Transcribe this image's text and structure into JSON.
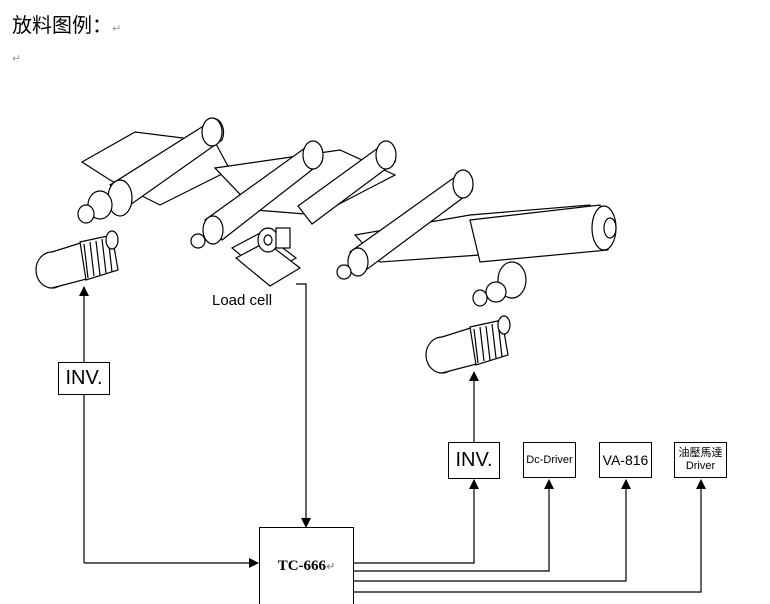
{
  "heading": {
    "text": "放料图例：",
    "mark": "↵"
  },
  "para_mark": "↵",
  "diagram": {
    "load_cell_label": "Load cell",
    "inv_left": "INV.",
    "inv_right": "INV.",
    "dc_driver": "Dc-Driver",
    "va816": "VA-816",
    "hydraulic_line1": "油壓馬達",
    "hydraulic_line2": "Driver",
    "controller": "TC-666",
    "controller_mark": "↵"
  }
}
